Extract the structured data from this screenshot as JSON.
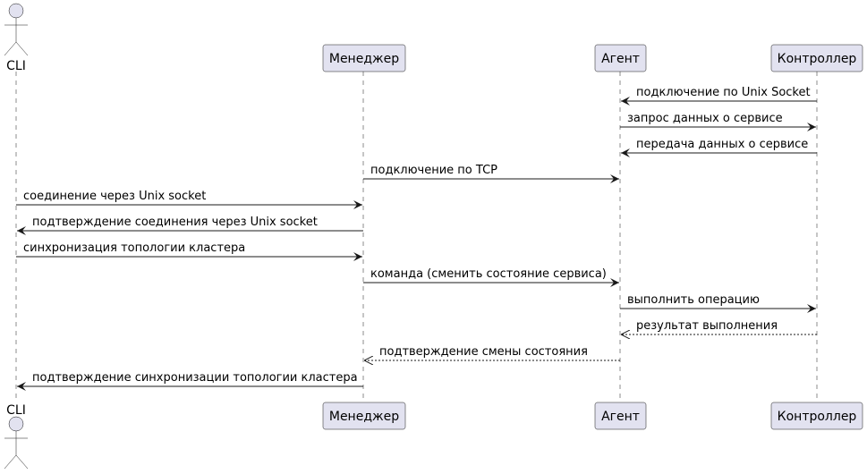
{
  "diagram": {
    "type": "sequence",
    "colors": {
      "participant_fill": "#E2E2F0",
      "stroke": "#181818",
      "text": "#000000",
      "background": "#FFFFFF"
    },
    "participants": [
      {
        "id": "cli",
        "label": "CLI",
        "kind": "actor"
      },
      {
        "id": "manager",
        "label": "Менеджер",
        "kind": "participant"
      },
      {
        "id": "agent",
        "label": "Агент",
        "kind": "participant"
      },
      {
        "id": "controller",
        "label": "Контроллер",
        "kind": "participant"
      }
    ],
    "messages": [
      {
        "from": "controller",
        "to": "agent",
        "label": "подключение по Unix Socket",
        "style": "solid"
      },
      {
        "from": "agent",
        "to": "controller",
        "label": "запрос данных о сервисе",
        "style": "solid"
      },
      {
        "from": "controller",
        "to": "agent",
        "label": "передача данных о сервисе",
        "style": "solid"
      },
      {
        "from": "manager",
        "to": "agent",
        "label": "подключение по TCP",
        "style": "solid"
      },
      {
        "from": "cli",
        "to": "manager",
        "label": "соединение через Unix socket",
        "style": "solid"
      },
      {
        "from": "manager",
        "to": "cli",
        "label": "подтверждение соединения через Unix socket",
        "style": "solid"
      },
      {
        "from": "cli",
        "to": "manager",
        "label": "синхронизация топологии кластера",
        "style": "solid"
      },
      {
        "from": "manager",
        "to": "agent",
        "label": "команда (сменить состояние сервиса)",
        "style": "solid"
      },
      {
        "from": "agent",
        "to": "controller",
        "label": "выполнить операцию",
        "style": "solid"
      },
      {
        "from": "controller",
        "to": "agent",
        "label": "результат выполнения",
        "style": "dashed"
      },
      {
        "from": "agent",
        "to": "manager",
        "label": "подтверждение смены состояния",
        "style": "dashed"
      },
      {
        "from": "manager",
        "to": "cli",
        "label": "подтверждение синхронизации топологии кластера",
        "style": "solid"
      }
    ]
  }
}
